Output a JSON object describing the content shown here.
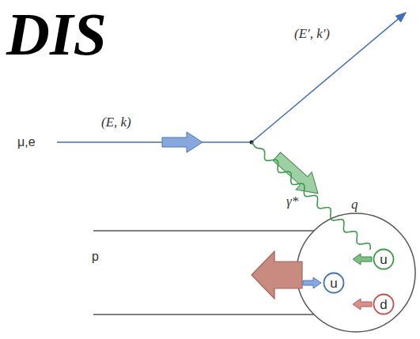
{
  "diagram": {
    "title": "DIS",
    "nodes": [
      {
        "text": [
          "u"
        ]
      },
      {
        "text": [
          "u"
        ]
      },
      {
        "text": [
          "d"
        ]
      }
    ],
    "labels": [
      "(E, k)",
      "(E', k')",
      "μ,e",
      "γ*",
      "q",
      "p"
    ]
  }
}
